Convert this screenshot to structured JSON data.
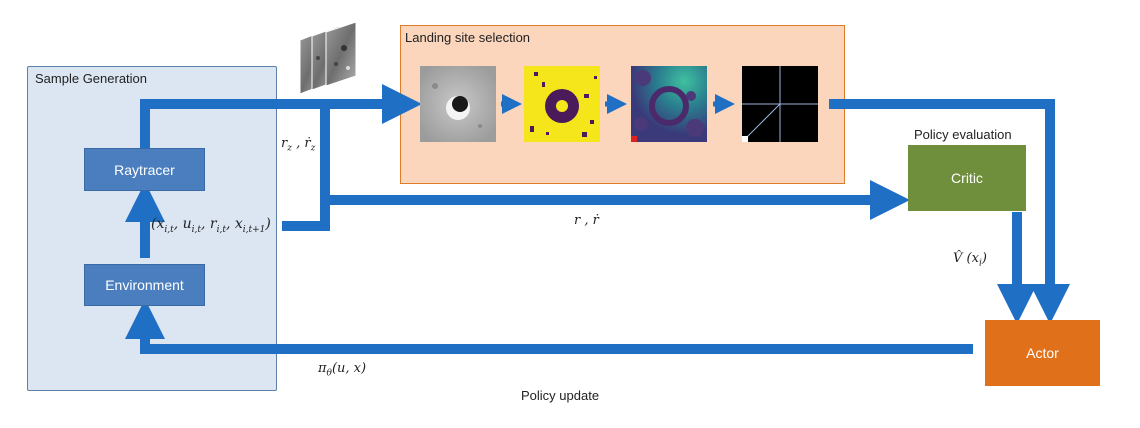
{
  "sample_generation": {
    "title": "Sample Generation",
    "raytracer": "Raytracer",
    "environment": "Environment"
  },
  "landing_site": {
    "title": "Landing site selection"
  },
  "policy_evaluation": {
    "title": "Policy evaluation",
    "critic": "Critic"
  },
  "actor": "Actor",
  "policy_update": "Policy update",
  "math": {
    "transition": "(x_{i,t}, u_{i,t}, r_{i,t}, x_{i,t+1})",
    "transition_display": "(xi,t, ui,t, ri,t, xi,t+1)",
    "rz": "r_z , ṙ_z",
    "r": "r , ṙ",
    "value": "V̂ (x_i)",
    "policy": "π_θ(u, x)"
  },
  "colors": {
    "arrow": "#1f6fc4",
    "sample_bg": "#dbe6f2",
    "sample_border": "#5a7fa8",
    "node_blue": "#4a7ebf",
    "landing_bg": "#fbd6bd",
    "landing_border": "#e07b2a",
    "critic": "#6f8f3d",
    "actor": "#e0701a"
  }
}
